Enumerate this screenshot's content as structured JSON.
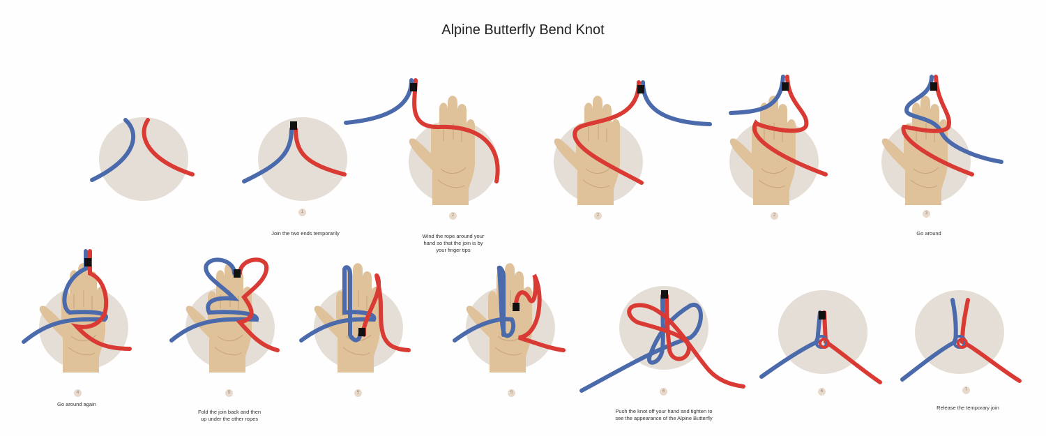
{
  "title": "Alpine Butterfly Bend Knot",
  "colors": {
    "blue_rope": "#4a6aab",
    "red_rope": "#d93a33",
    "skin": "#dfc19a",
    "skin_line": "#c6a47c",
    "disc": "#e4ded6",
    "tape": "#111111",
    "number_badge": "#e7d9cc"
  },
  "steps": [
    {
      "number": "1",
      "caption": [
        "Join the two ends temporarily"
      ]
    },
    {
      "number": "2",
      "caption": [
        "Wind the rope around your",
        "hand so that the join is by",
        "your finger tips"
      ]
    },
    {
      "number": "2"
    },
    {
      "number": "2"
    },
    {
      "number": "3",
      "caption": [
        "Go around"
      ]
    },
    {
      "number": "4",
      "caption": [
        "Go around again"
      ]
    },
    {
      "number": "5",
      "caption": [
        "Fold the join back and then",
        "up under the other ropes"
      ]
    },
    {
      "number": "5"
    },
    {
      "number": "5"
    },
    {
      "number": "6",
      "caption": [
        "Push the knot off your hand and tighten to",
        "see the appearance of the Alpine Butterfly"
      ]
    },
    {
      "number": "6"
    },
    {
      "number": "7",
      "caption": [
        "Release the temporary join"
      ]
    }
  ]
}
